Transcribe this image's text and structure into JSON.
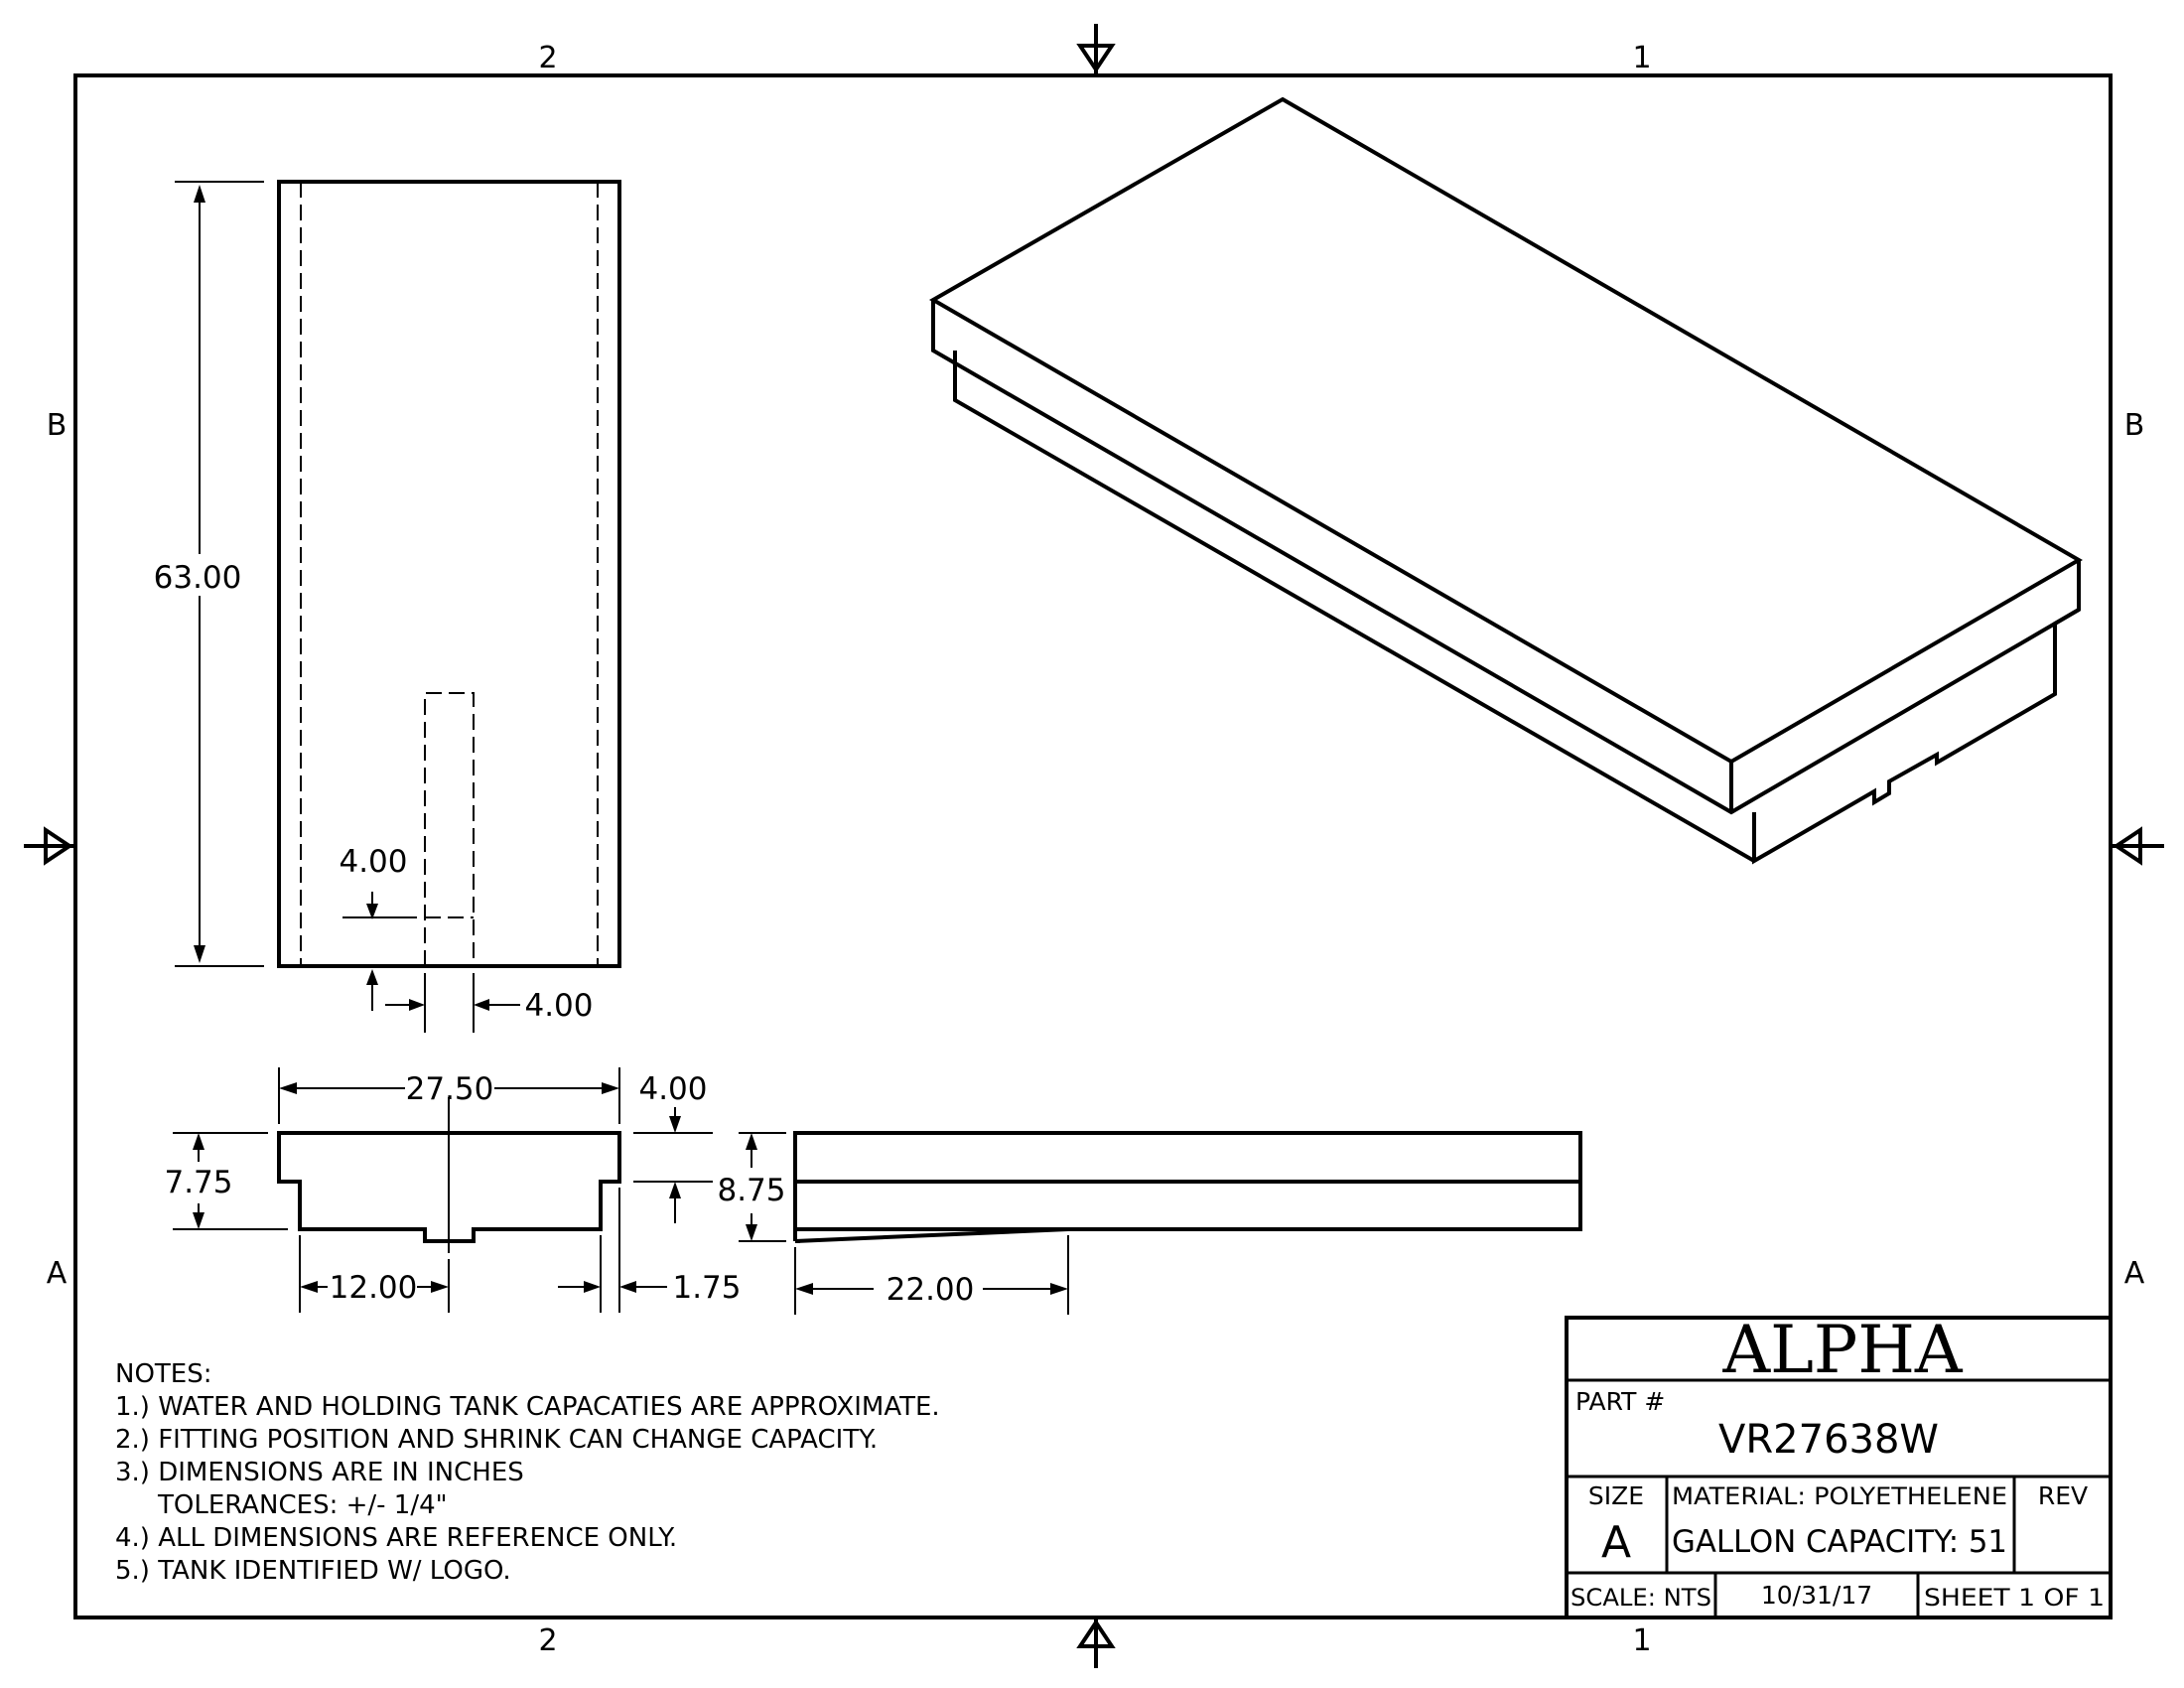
{
  "zones": {
    "top_left": "2",
    "top_right": "1",
    "bottom_left": "2",
    "bottom_right": "1",
    "left_upper": "B",
    "left_lower": "A",
    "right_upper": "B",
    "right_lower": "A"
  },
  "dimensions": {
    "length": "63.00",
    "fitting_offset": "4.00",
    "fitting_width": "4.00",
    "width": "27.50",
    "step_depth": "4.00",
    "height_low": "7.75",
    "height_total": "8.75",
    "fitting_x": "12.00",
    "side_step": "1.75",
    "side_taper": "22.00"
  },
  "notes": {
    "heading": "NOTES:",
    "lines": [
      "1.) WATER AND HOLDING TANK CAPACATIES ARE APPROXIMATE.",
      "2.) FITTING POSITION AND SHRINK CAN CHANGE CAPACITY.",
      "3.) DIMENSIONS ARE IN INCHES",
      "TOLERANCES: +/-  1/4\"",
      "4.) ALL DIMENSIONS ARE REFERENCE ONLY.",
      "5.) TANK IDENTIFIED W/ LOGO."
    ]
  },
  "title_block": {
    "company": "ALPHA",
    "part_label": "PART #",
    "part_number": "VR27638W",
    "size_label": "SIZE",
    "size_value": "A",
    "material": "MATERIAL: POLYETHELENE",
    "capacity": "GALLON CAPACITY: 51",
    "rev_label": "REV",
    "scale": "SCALE: NTS",
    "date": "10/31/17",
    "sheet": "SHEET 1  OF 1"
  }
}
